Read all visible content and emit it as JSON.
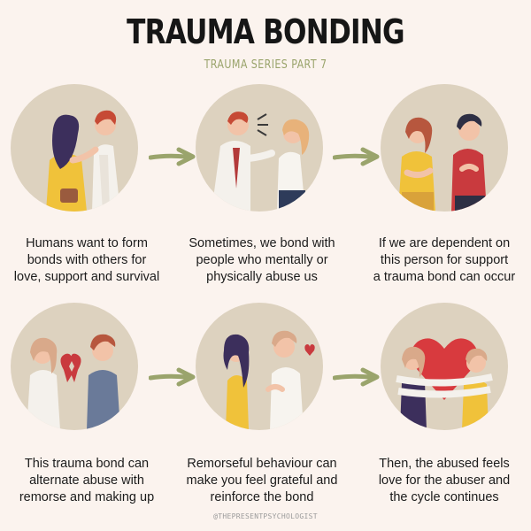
{
  "title": "TRAUMA BONDING",
  "subtitle": "TRAUMA SERIES PART 7",
  "panels": [
    {
      "caption": [
        "Humans want to form",
        "bonds with others for",
        "love, support and survival"
      ],
      "illustration": "couple-embracing"
    },
    {
      "caption": [
        "Sometimes, we bond with",
        "people who mentally or",
        "physically abuse us"
      ],
      "illustration": "man-yelling-at-woman"
    },
    {
      "caption": [
        "If we are dependent on",
        "this person for support",
        "a trauma bond can occur"
      ],
      "illustration": "sad-couple"
    },
    {
      "caption": [
        "This trauma bond can",
        "alternate abuse with",
        "remorse and making up"
      ],
      "illustration": "broken-heart-couple"
    },
    {
      "caption": [
        "Remorseful behaviour can",
        "make you feel grateful and",
        "reinforce the bond"
      ],
      "illustration": "man-offering-heart"
    },
    {
      "caption": [
        "Then, the abused feels",
        "love for the abuser and",
        "the cycle continues"
      ],
      "illustration": "heart-bound-couple"
    }
  ],
  "footer": "@THEPRESENTPSYCHOLOGIST",
  "colors": {
    "background": "#fbf3ee",
    "circle": "#ddd2bf",
    "arrow": "#9aa46c",
    "subtitle": "#9aa46c"
  }
}
